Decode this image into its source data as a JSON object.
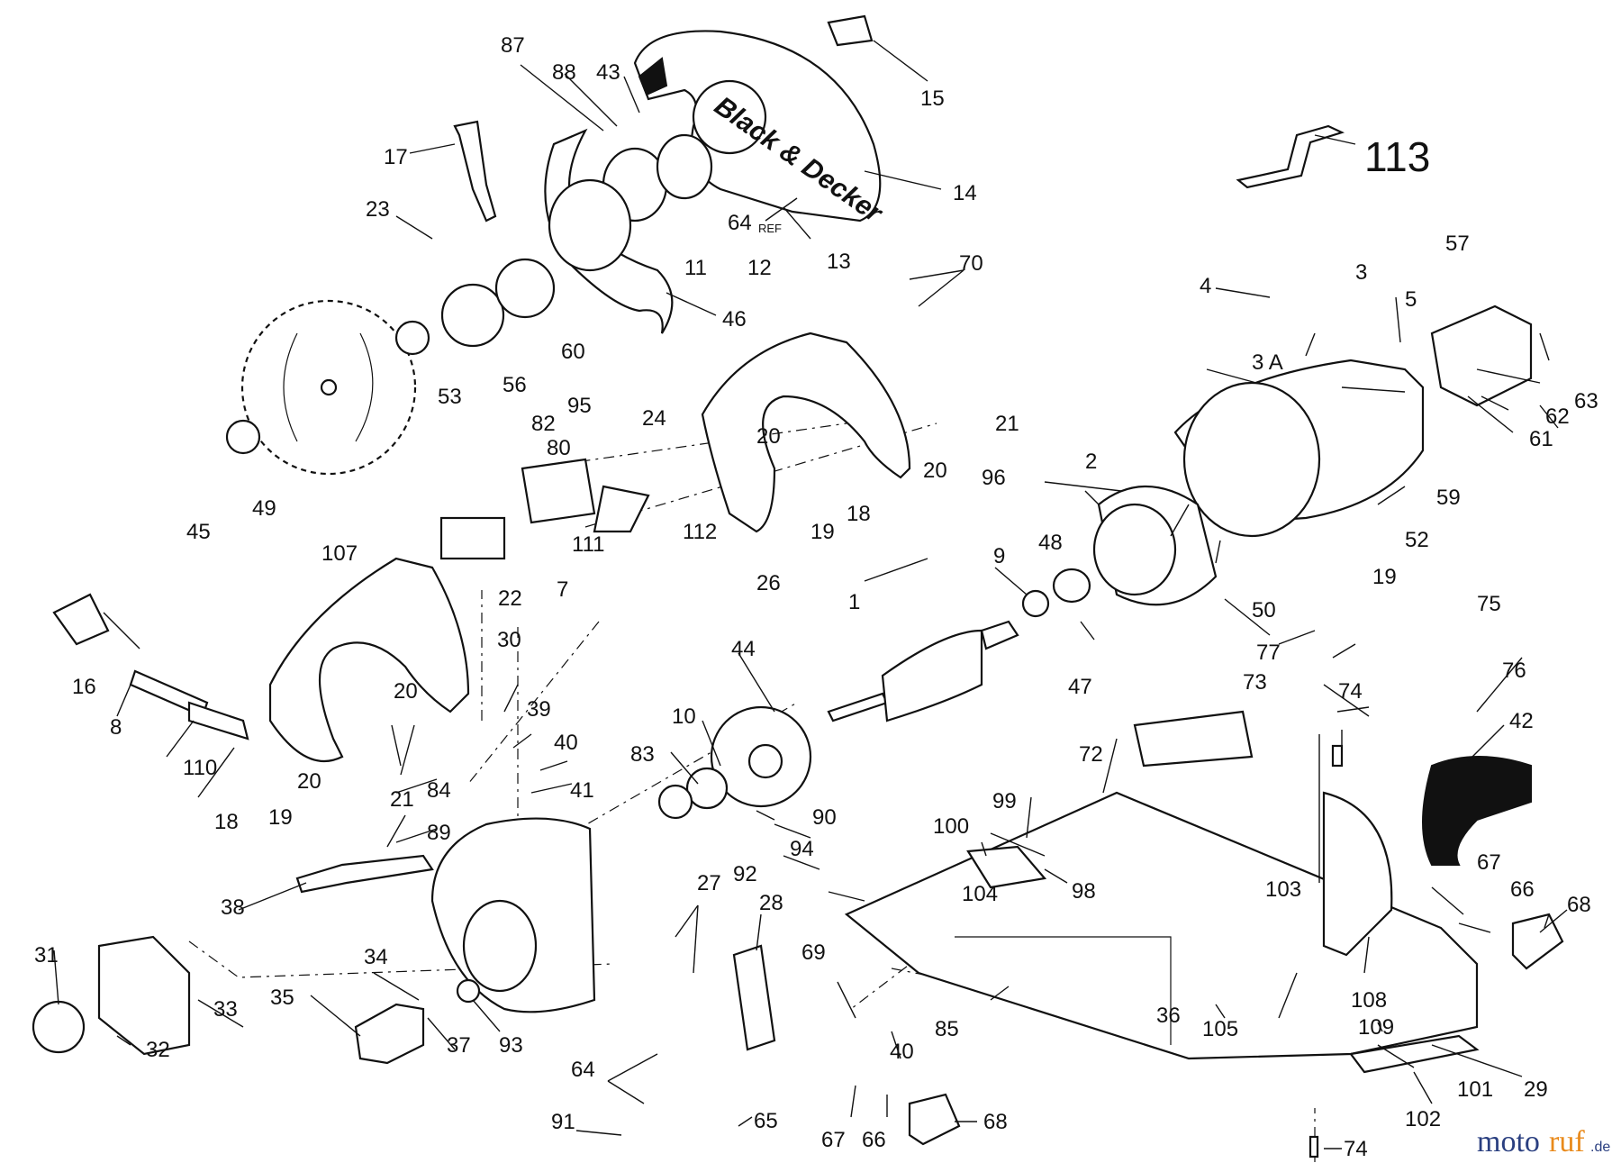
{
  "brand_text": "Black & Decker",
  "watermark": {
    "part1": "moto",
    "part2": "ruf",
    "part3": ".de"
  },
  "callouts": [
    {
      "id": "c87",
      "text": "87"
    },
    {
      "id": "c88",
      "text": "88"
    },
    {
      "id": "c43",
      "text": "43"
    },
    {
      "id": "c15",
      "text": "15"
    },
    {
      "id": "c113",
      "text": "113"
    },
    {
      "id": "c17",
      "text": "17"
    },
    {
      "id": "c14",
      "text": "14"
    },
    {
      "id": "c23",
      "text": "23"
    },
    {
      "id": "c64ref",
      "text": "64"
    },
    {
      "id": "c64ref_sub",
      "text": "REF"
    },
    {
      "id": "c13",
      "text": "13"
    },
    {
      "id": "c11",
      "text": "11"
    },
    {
      "id": "c12",
      "text": "12"
    },
    {
      "id": "c70",
      "text": "70"
    },
    {
      "id": "c46",
      "text": "46"
    },
    {
      "id": "c57",
      "text": "57"
    },
    {
      "id": "c4",
      "text": "4"
    },
    {
      "id": "c3",
      "text": "3"
    },
    {
      "id": "c5",
      "text": "5"
    },
    {
      "id": "c53",
      "text": "53"
    },
    {
      "id": "c56",
      "text": "56"
    },
    {
      "id": "c60",
      "text": "60"
    },
    {
      "id": "c3a",
      "text": "3 A"
    },
    {
      "id": "c63",
      "text": "63"
    },
    {
      "id": "c62",
      "text": "62"
    },
    {
      "id": "c95",
      "text": "95"
    },
    {
      "id": "c82",
      "text": "82"
    },
    {
      "id": "c24",
      "text": "24"
    },
    {
      "id": "c21a",
      "text": "21"
    },
    {
      "id": "c61",
      "text": "61"
    },
    {
      "id": "c80",
      "text": "80"
    },
    {
      "id": "c20a",
      "text": "20"
    },
    {
      "id": "c20b",
      "text": "20"
    },
    {
      "id": "c96",
      "text": "96"
    },
    {
      "id": "c2",
      "text": "2"
    },
    {
      "id": "c45",
      "text": "45"
    },
    {
      "id": "c49",
      "text": "49"
    },
    {
      "id": "c18a",
      "text": "18"
    },
    {
      "id": "c19a",
      "text": "19"
    },
    {
      "id": "c59",
      "text": "59"
    },
    {
      "id": "c111",
      "text": "111"
    },
    {
      "id": "c112",
      "text": "112"
    },
    {
      "id": "c52",
      "text": "52"
    },
    {
      "id": "c107",
      "text": "107"
    },
    {
      "id": "c22",
      "text": "22"
    },
    {
      "id": "c7",
      "text": "7"
    },
    {
      "id": "c26",
      "text": "26"
    },
    {
      "id": "c9",
      "text": "9"
    },
    {
      "id": "c48",
      "text": "48"
    },
    {
      "id": "c50",
      "text": "50"
    },
    {
      "id": "c19b",
      "text": "19"
    },
    {
      "id": "c30",
      "text": "30"
    },
    {
      "id": "c75",
      "text": "75"
    },
    {
      "id": "c16",
      "text": "16"
    },
    {
      "id": "c1",
      "text": "1"
    },
    {
      "id": "c44",
      "text": "44"
    },
    {
      "id": "c77",
      "text": "77"
    },
    {
      "id": "c76",
      "text": "76"
    },
    {
      "id": "c47",
      "text": "47"
    },
    {
      "id": "c73",
      "text": "73"
    },
    {
      "id": "c8",
      "text": "8"
    },
    {
      "id": "c20c",
      "text": "20"
    },
    {
      "id": "c39",
      "text": "39"
    },
    {
      "id": "c74a",
      "text": "74"
    },
    {
      "id": "c42",
      "text": "42"
    },
    {
      "id": "c110",
      "text": "110"
    },
    {
      "id": "c40a",
      "text": "40"
    },
    {
      "id": "c10",
      "text": "10"
    },
    {
      "id": "c83",
      "text": "83"
    },
    {
      "id": "c18b",
      "text": "18"
    },
    {
      "id": "c19c",
      "text": "19"
    },
    {
      "id": "c20d",
      "text": "20"
    },
    {
      "id": "c21b",
      "text": "21"
    },
    {
      "id": "c72",
      "text": "72"
    },
    {
      "id": "c84",
      "text": "84"
    },
    {
      "id": "c41",
      "text": "41"
    },
    {
      "id": "c99",
      "text": "99"
    },
    {
      "id": "c90",
      "text": "90"
    },
    {
      "id": "c89",
      "text": "89"
    },
    {
      "id": "c100",
      "text": "100"
    },
    {
      "id": "c94",
      "text": "94"
    },
    {
      "id": "c92",
      "text": "92"
    },
    {
      "id": "c67a",
      "text": "67"
    },
    {
      "id": "c103",
      "text": "103"
    },
    {
      "id": "c66a",
      "text": "66"
    },
    {
      "id": "c104",
      "text": "104"
    },
    {
      "id": "c98",
      "text": "98"
    },
    {
      "id": "c38",
      "text": "38"
    },
    {
      "id": "c27",
      "text": "27"
    },
    {
      "id": "c28",
      "text": "28"
    },
    {
      "id": "c68a",
      "text": "68"
    },
    {
      "id": "c31",
      "text": "31"
    },
    {
      "id": "c34",
      "text": "34"
    },
    {
      "id": "c69",
      "text": "69"
    },
    {
      "id": "c108",
      "text": "108"
    },
    {
      "id": "c33",
      "text": "33"
    },
    {
      "id": "c35",
      "text": "35"
    },
    {
      "id": "c36",
      "text": "36"
    },
    {
      "id": "c105",
      "text": "105"
    },
    {
      "id": "c85",
      "text": "85"
    },
    {
      "id": "c109",
      "text": "109"
    },
    {
      "id": "c37",
      "text": "37"
    },
    {
      "id": "c93",
      "text": "93"
    },
    {
      "id": "c32",
      "text": "32"
    },
    {
      "id": "c40b",
      "text": "40"
    },
    {
      "id": "c29",
      "text": "29"
    },
    {
      "id": "c101",
      "text": "101"
    },
    {
      "id": "c64",
      "text": "64"
    },
    {
      "id": "c102",
      "text": "102"
    },
    {
      "id": "c91",
      "text": "91"
    },
    {
      "id": "c65",
      "text": "65"
    },
    {
      "id": "c68b",
      "text": "68"
    },
    {
      "id": "c67b",
      "text": "67"
    },
    {
      "id": "c66b",
      "text": "66"
    },
    {
      "id": "c74b",
      "text": "74"
    }
  ]
}
